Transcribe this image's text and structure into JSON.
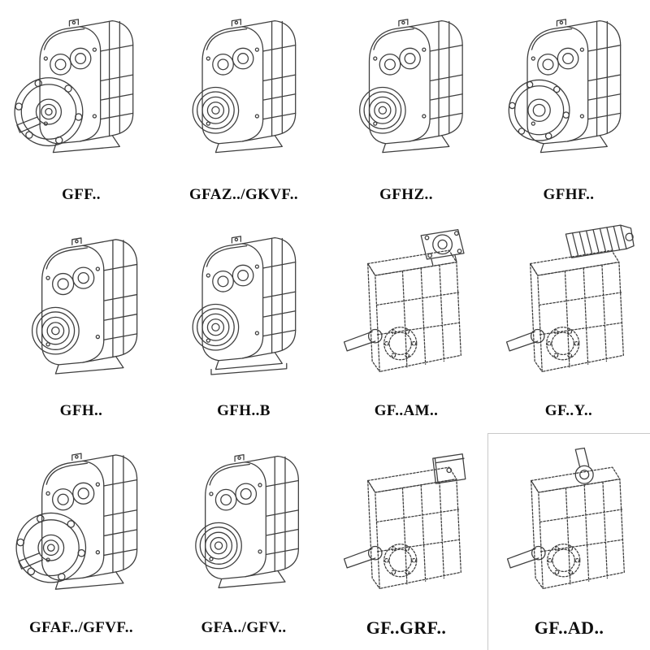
{
  "page": {
    "background": "#ffffff",
    "line_color": "#3f3f3f"
  },
  "items": [
    {
      "label": "GFF..",
      "icon": "gearbox-output-flange-shaft-drawing",
      "line_style": "solid"
    },
    {
      "label": "GFAZ../GKVF..",
      "icon": "gearbox-hollow-shaft-drawing",
      "line_style": "solid"
    },
    {
      "label": "GFHZ..",
      "icon": "gearbox-hollow-shaft-drawing",
      "line_style": "solid"
    },
    {
      "label": "GFHF..",
      "icon": "gearbox-front-flange-drawing",
      "line_style": "solid"
    },
    {
      "label": "GFH..",
      "icon": "gearbox-hollow-shaft-drawing",
      "line_style": "solid"
    },
    {
      "label": "GFH..B",
      "icon": "gearbox-hollow-shaft-foot-drawing",
      "line_style": "solid"
    },
    {
      "label": "GF..AM..",
      "icon": "gearbox-motor-adapter-flange-drawing",
      "line_style": "dashed"
    },
    {
      "label": "GF..Y..",
      "icon": "gearbox-with-motor-drawing",
      "line_style": "dashed"
    },
    {
      "label": "GFAF../GFVF..",
      "icon": "gearbox-output-flange-shaft-drawing",
      "line_style": "solid"
    },
    {
      "label": "GFA../GFV..",
      "icon": "gearbox-hollow-shaft-drawing",
      "line_style": "solid"
    },
    {
      "label": "GF..GRF..",
      "icon": "gearbox-cover-box-drawing",
      "line_style": "dashed"
    },
    {
      "label": "GF..AD..",
      "icon": "gearbox-input-shaft-adapter-drawing",
      "line_style": "dashed"
    }
  ]
}
